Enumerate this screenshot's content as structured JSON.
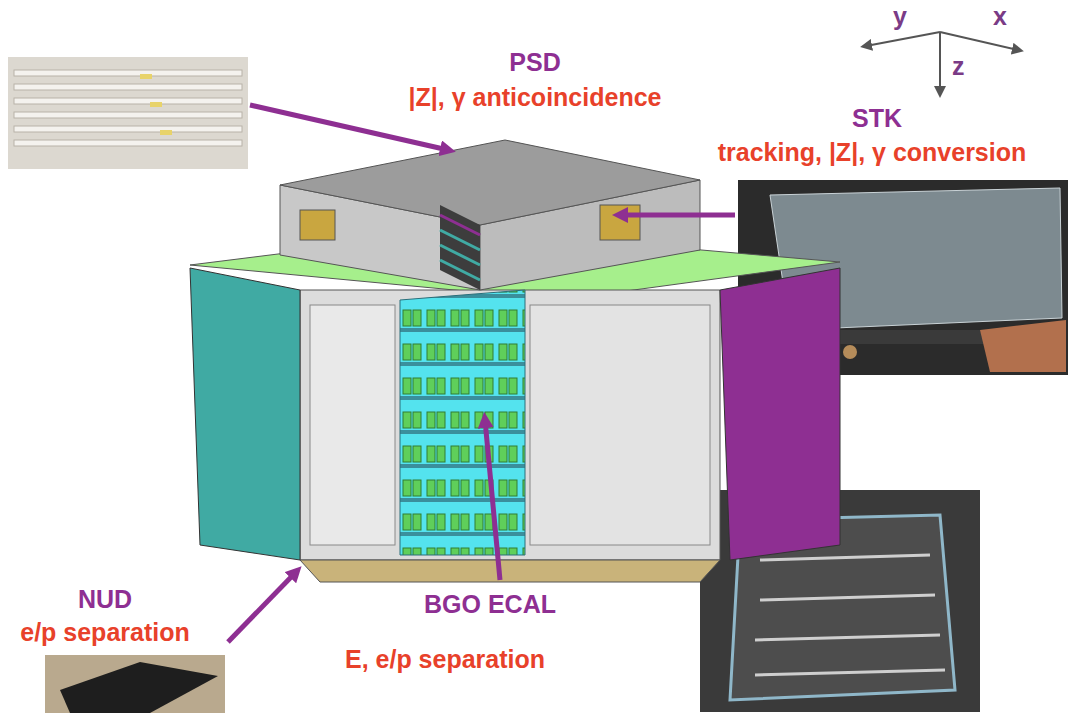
{
  "diagram": {
    "labels": [
      "PSD",
      "|Z|, γ anticoincidence",
      "y",
      "x",
      "z",
      "STK",
      "tracking, |Z|, γ conversion",
      "NUD",
      "e/p separation",
      "BGO ECAL",
      "E, e/p separation"
    ]
  }
}
